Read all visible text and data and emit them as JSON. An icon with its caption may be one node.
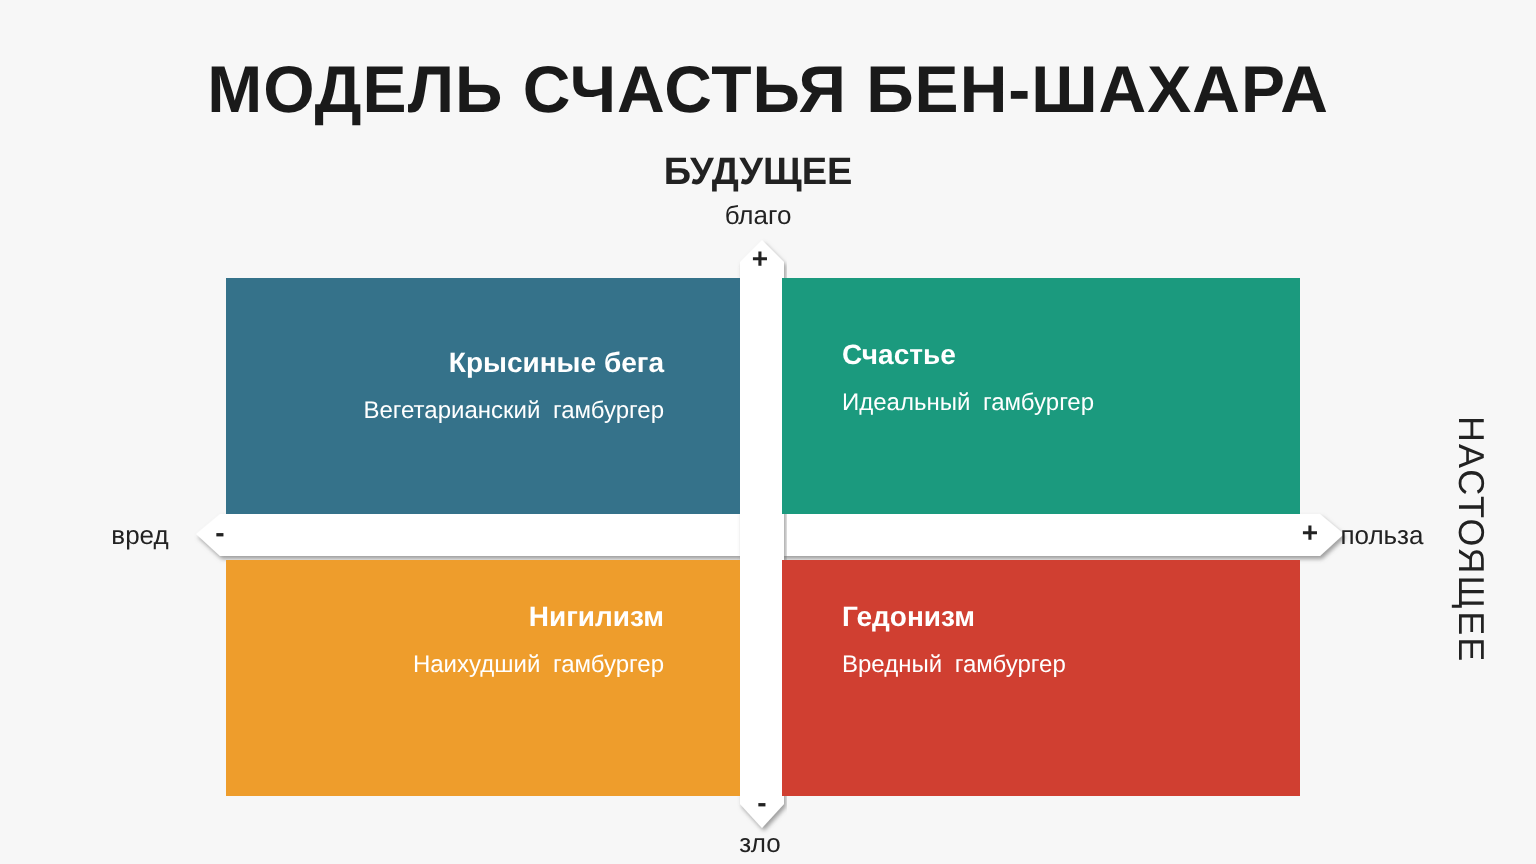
{
  "diagram": {
    "title": "МОДЕЛЬ СЧАСТЬЯ БЕН-ШАХАРА",
    "nodes": [
      {
        "text": [
          "Крысиные бега",
          "Вегетарианский гамбургер"
        ]
      },
      {
        "text": [
          "Счастье",
          "Идеальный гамбургер"
        ]
      },
      {
        "text": [
          "Нигилизм",
          "Наихудший гамбургер"
        ]
      },
      {
        "text": [
          "Гедонизм",
          "Вредный гамбургер"
        ]
      }
    ],
    "labels": [
      "БУДУЩЕЕ",
      "благо",
      "+",
      "вред",
      "-",
      "+",
      "польза",
      "НАСТОЯЩЕЕ",
      "-",
      "зло"
    ]
  }
}
